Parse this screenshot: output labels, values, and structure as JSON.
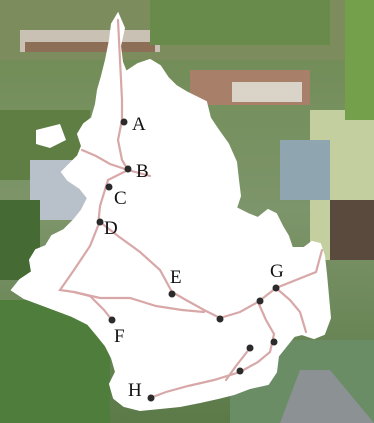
{
  "map": {
    "points": [
      {
        "id": "A",
        "label": "A"
      },
      {
        "id": "B",
        "label": "B"
      },
      {
        "id": "C",
        "label": "C"
      },
      {
        "id": "D",
        "label": "D"
      },
      {
        "id": "E",
        "label": "E"
      },
      {
        "id": "F",
        "label": "F"
      },
      {
        "id": "G",
        "label": "G"
      },
      {
        "id": "H",
        "label": "H"
      }
    ],
    "colors": {
      "region_fill": "#ffffff",
      "road": "#d8a8a8",
      "point": "#2b2b2b",
      "label": "#111111"
    }
  }
}
